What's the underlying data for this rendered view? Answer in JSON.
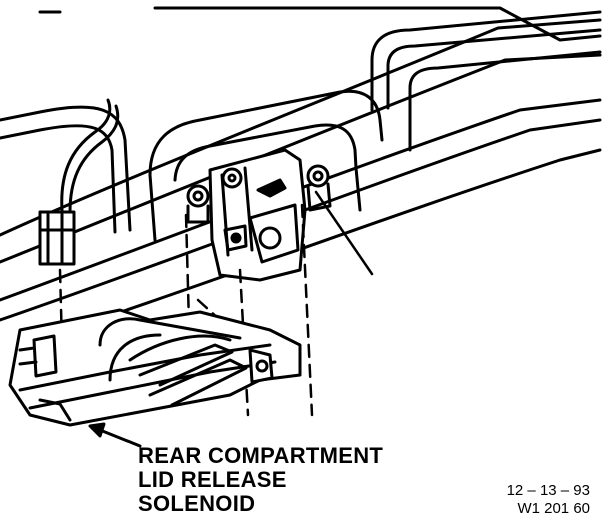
{
  "callout": {
    "line1": "REAR COMPARTMENT",
    "line2": "LID RELEASE",
    "line3": "SOLENOID"
  },
  "reference": {
    "date": "12 – 13 – 93",
    "code": "W1 201 60"
  },
  "colors": {
    "ink": "#000000",
    "paper": "#ffffff"
  }
}
